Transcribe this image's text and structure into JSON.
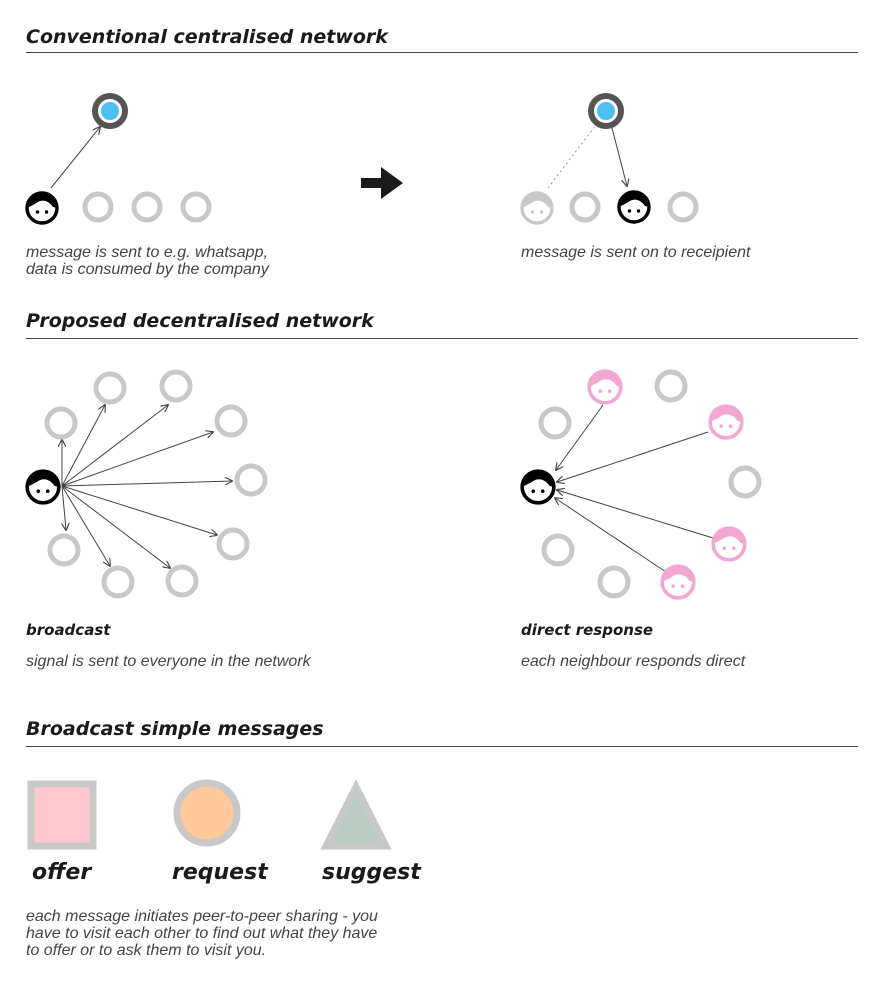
{
  "sections": {
    "centralised": {
      "title": "Conventional centralised network",
      "caption_left_line1": "message is sent to e.g. whatsapp,",
      "caption_left_line2": "data is consumed by the company",
      "caption_right": "message is sent on to receipient"
    },
    "decentralised": {
      "title": "Proposed decentralised network",
      "broadcast_label": "broadcast",
      "broadcast_caption": "signal is sent to everyone in the network",
      "direct_label": "direct response",
      "direct_caption": "each neighbour responds direct"
    },
    "messages": {
      "title": "Broadcast simple messages",
      "offer_label": "offer",
      "request_label": "request",
      "suggest_label": "suggest",
      "caption_line1": "each message initiates peer-to-peer sharing - you",
      "caption_line2": "have to visit each other to find out what they have",
      "caption_line3": "to offer or to ask them to visit you."
    }
  },
  "colors": {
    "server_ring": "#555555",
    "server_core": "#4cbef0",
    "node_ring": "#c8c8c8",
    "active_face": "#000000",
    "responder_face": "#f2a7d3",
    "offer_fill": "#ffc8cf",
    "request_fill": "#ffc99b",
    "suggest_fill": "#b9cdc4"
  },
  "icons": {
    "server": "server-node-icon",
    "person": "person-face-icon",
    "node": "ring-node-icon",
    "arrow": "right-arrow-icon"
  }
}
